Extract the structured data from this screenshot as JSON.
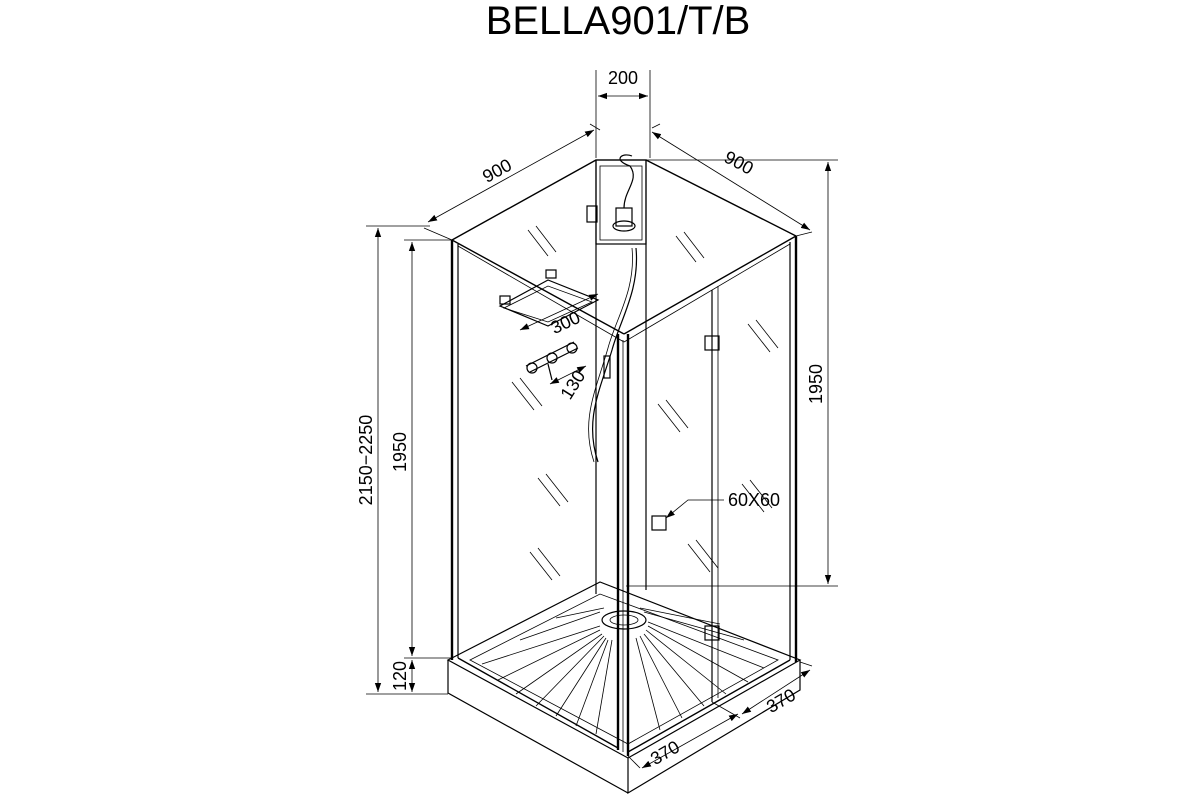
{
  "title": "BELLA901/T/B",
  "dimensions": {
    "column_width": "200",
    "left_depth": "900",
    "right_depth": "900",
    "shelf": "300",
    "mixer": "130",
    "total_height": "2150−2250",
    "left_height": "1950",
    "right_height": "1950",
    "tray_height": "120",
    "door_left": "370",
    "door_right": "370",
    "vent": "60X60"
  }
}
